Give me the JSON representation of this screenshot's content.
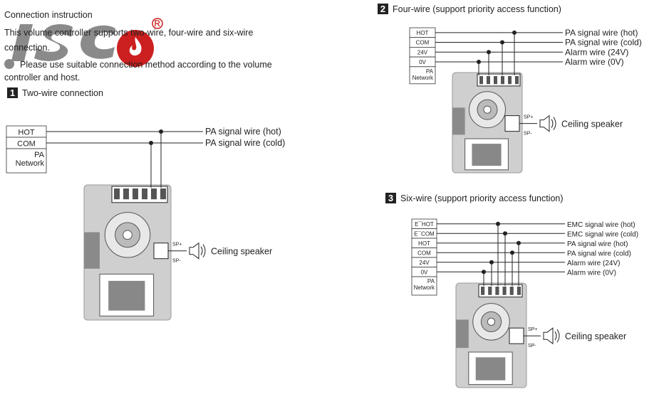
{
  "intro": {
    "title": "Connection instruction",
    "text": "This volume controller supports two-wire, four-wire and six-wire connection.",
    "note": "Please use suitable connection method according to the volume controller and host.",
    "note_icon": "exclamation-icon"
  },
  "logo": {
    "text": "ISCO",
    "registered": "®",
    "brand_color": "#cc1f1f",
    "letter_color": "#8a8a8a"
  },
  "two_wire": {
    "number": "1",
    "title": "Two-wire connection",
    "terminals": [
      "HOT",
      "COM",
      "PA Network"
    ],
    "wires": [
      "PA signal wire (hot)",
      "PA signal wire (cold)"
    ],
    "speaker": "Ceiling speaker",
    "sp_plus": "SP+",
    "sp_minus": "SP-"
  },
  "four_wire": {
    "number": "2",
    "title": "Four-wire (support priority access function)",
    "terminals": [
      "HOT",
      "COM",
      "24V",
      "0V",
      "PA Network"
    ],
    "wires": [
      "PA signal wire (hot)",
      "PA signal wire (cold)",
      "Alarm wire (24V)",
      "Alarm wire (0V)"
    ],
    "speaker": "Ceiling speaker",
    "sp_plus": "SP+",
    "sp_minus": "SP-"
  },
  "six_wire": {
    "number": "3",
    "title": "Six-wire (support priority access function)",
    "terminals": [
      "E¯HOT",
      "E¯COM",
      "HOT",
      "COM",
      "24V",
      "0V",
      "PA Network"
    ],
    "wires": [
      "EMC signal wire (hot)",
      "EMC signal wire (cold)",
      "PA signal wire (hot)",
      "PA signal wire (cold)",
      "Alarm wire (24V)",
      "Alarm wire (0V)"
    ],
    "speaker": "Ceiling speaker",
    "sp_plus": "SP+",
    "sp_minus": "SP-"
  }
}
